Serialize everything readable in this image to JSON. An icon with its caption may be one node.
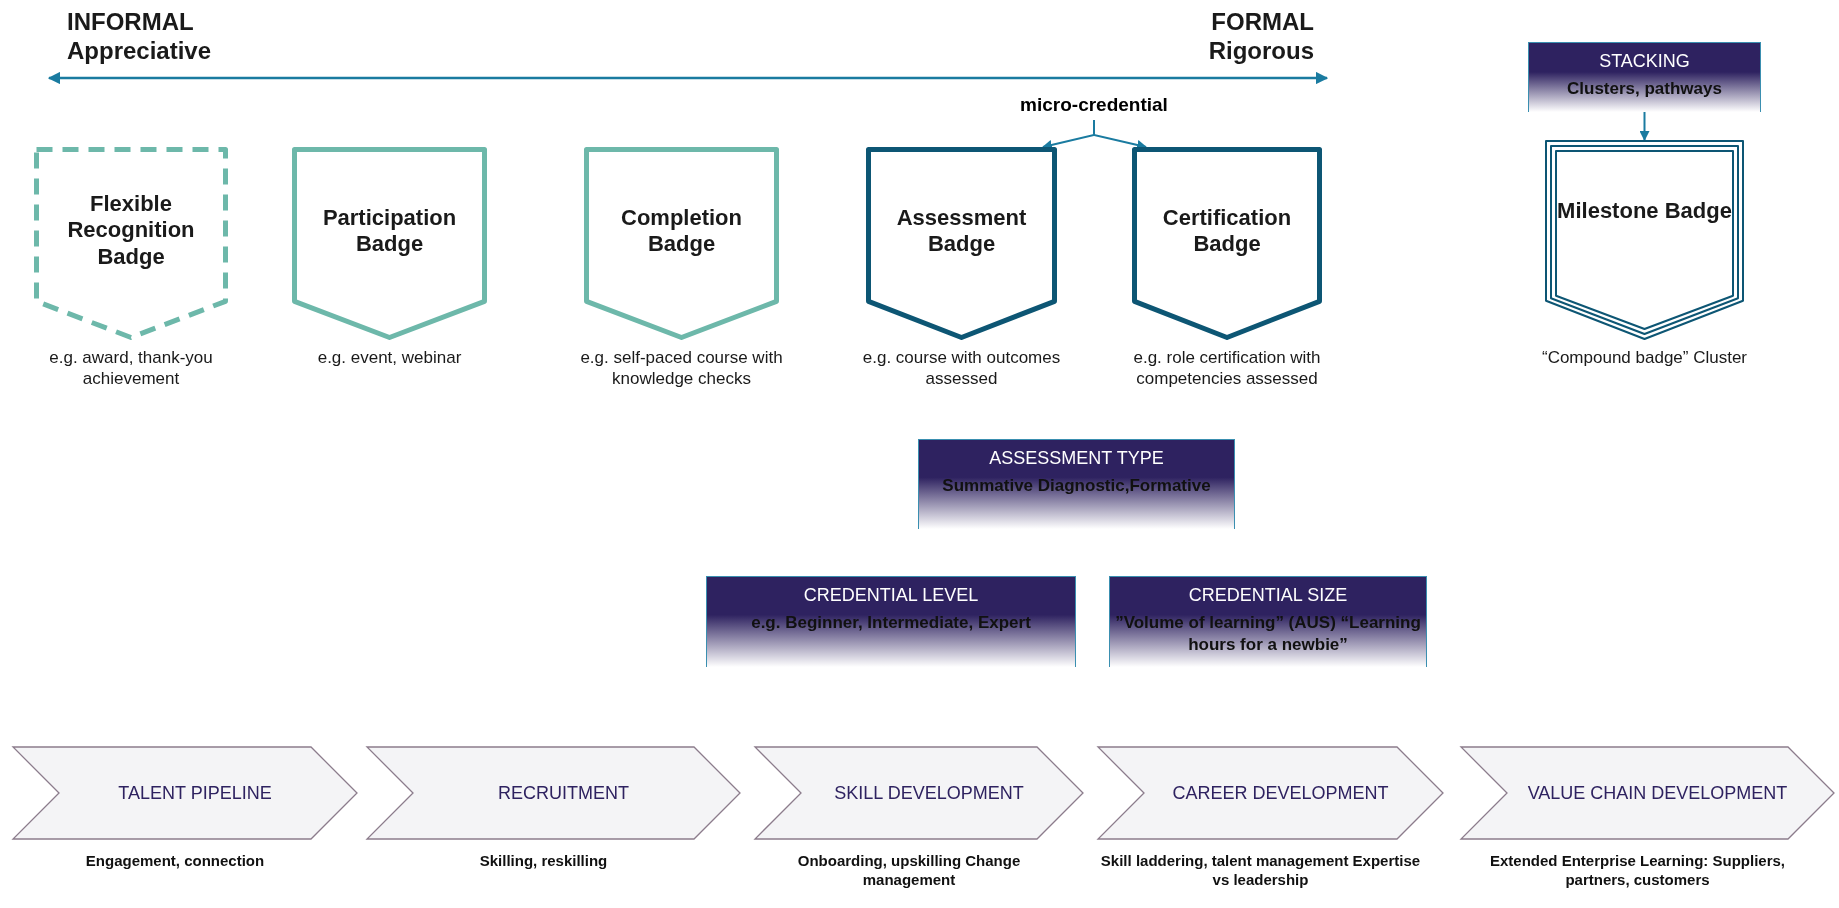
{
  "diagram": {
    "nodes": [
      {
        "text": [
          "Flexible Recognition Badge"
        ],
        "beside": [
          "e.g. award, thank-you achievement"
        ]
      },
      {
        "text": [
          "Participation Badge"
        ],
        "beside": [
          "e.g. event, webinar"
        ]
      },
      {
        "text": [
          "Completion Badge"
        ],
        "beside": [
          "e.g. self-paced course with knowledge checks"
        ]
      },
      {
        "text": [
          "Assessment Badge"
        ],
        "beside": [
          "e.g. course with outcomes assessed"
        ]
      },
      {
        "text": [
          "Certification Badge"
        ],
        "beside": [
          "e.g. role certification with competencies assessed"
        ]
      },
      {
        "text": [
          "micro-credential"
        ]
      },
      {
        "text": [
          "STACKING",
          "Clusters, pathways"
        ]
      },
      {
        "text": [
          "Milestone Badge"
        ],
        "beside": [
          "“Compound badge” Cluster"
        ]
      },
      {
        "text": [
          "ASSESSMENT TYPE",
          "Summative Diagnostic,Formative"
        ]
      },
      {
        "text": [
          "CREDENTIAL LEVEL",
          "e.g. Beginner, Intermediate, Expert"
        ]
      },
      {
        "text": [
          "CREDENTIAL SIZE",
          "”Volume of learning” (AUS) “Learning hours for a newbie”"
        ]
      },
      {
        "text": [
          "TALENT PIPELINE"
        ],
        "beside": [
          "Engagement, connection"
        ]
      },
      {
        "text": [
          "RECRUITMENT"
        ],
        "beside": [
          "Skilling, reskilling"
        ]
      },
      {
        "text": [
          "SKILL DEVELOPMENT"
        ],
        "beside": [
          "Onboarding, upskilling Change management"
        ]
      },
      {
        "text": [
          "CAREER DEVELOPMENT"
        ],
        "beside": [
          "Skill laddering, talent management Expertise vs leadership"
        ]
      },
      {
        "text": [
          "VALUE CHAIN DEVELOPMENT"
        ],
        "beside": [
          "Extended Enterprise Learning: Suppliers, partners, customers"
        ]
      }
    ],
    "edges": [
      {
        "from": 5,
        "to": 3,
        "arrow": "to"
      },
      {
        "from": 5,
        "to": 4,
        "arrow": "to"
      },
      {
        "from": 6,
        "to": 7,
        "arrow": "to"
      }
    ],
    "labels": [
      "INFORMAL Appreciative",
      "FORMAL Rigorous"
    ]
  }
}
